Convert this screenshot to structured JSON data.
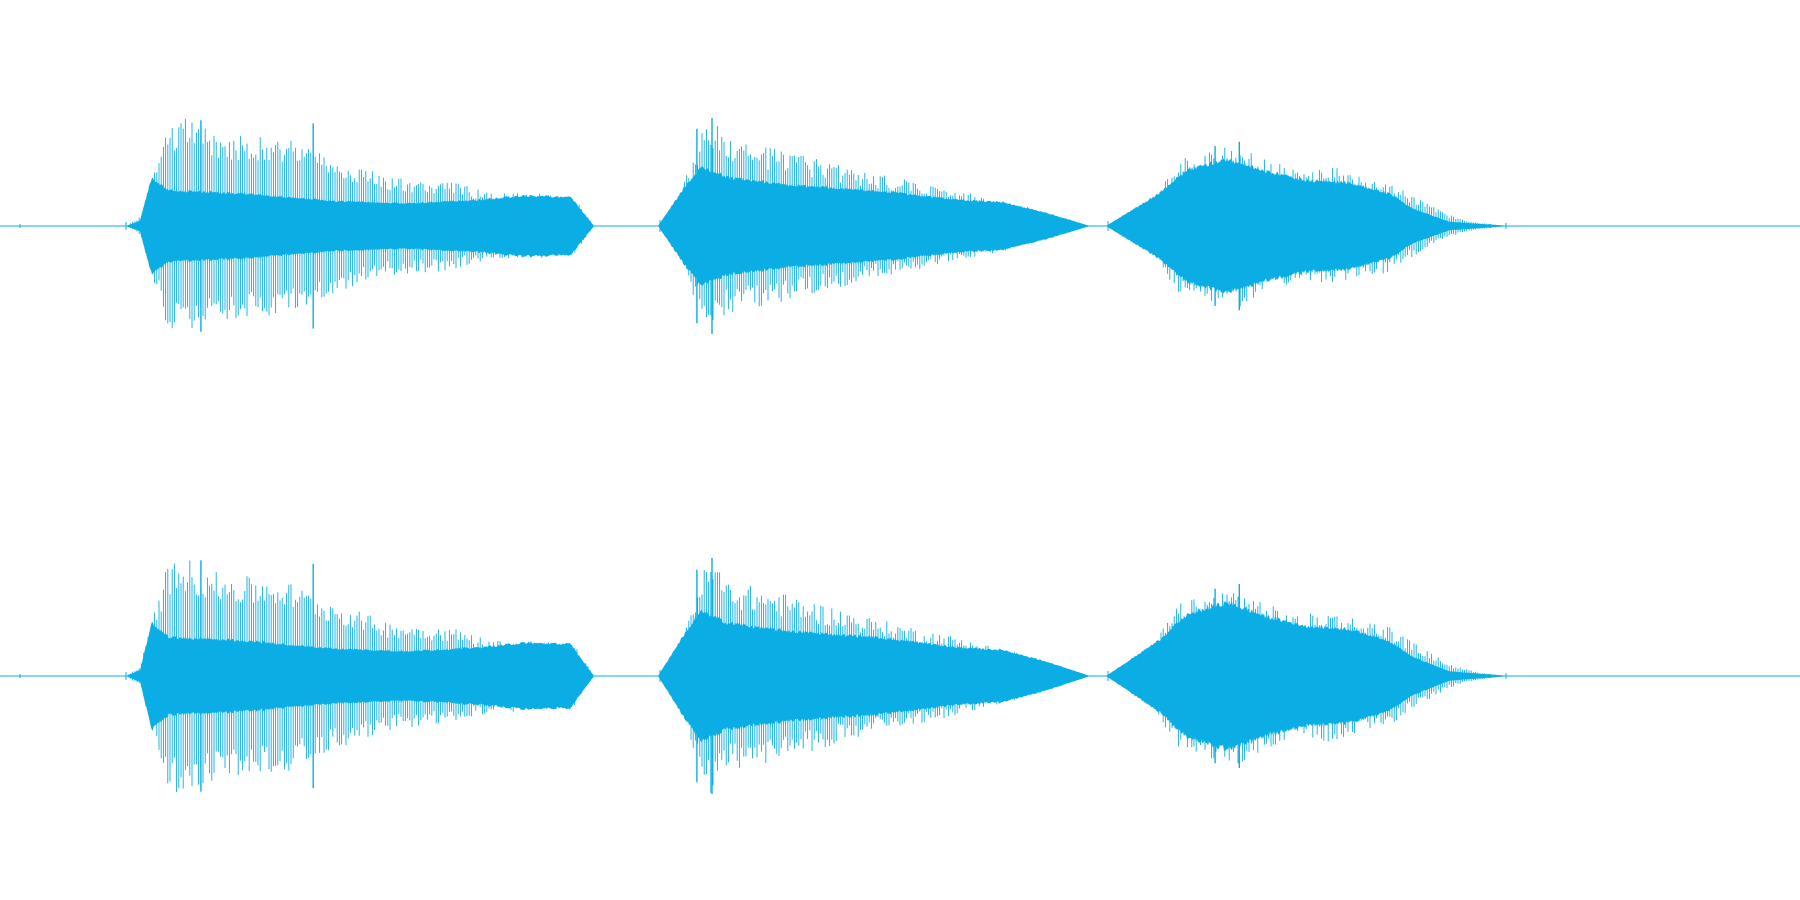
{
  "colors": {
    "background": "#ffffff",
    "waveform": "#0aaee4"
  },
  "waveform": {
    "channels": [
      {
        "name": ""
      },
      {
        "name": ""
      }
    ],
    "segments": [
      {
        "envelope": [
          [
            0.0,
            0.0
          ],
          [
            0.03,
            0.08
          ],
          [
            0.055,
            0.45
          ],
          [
            0.085,
            0.9
          ],
          [
            0.12,
            1.0
          ],
          [
            0.2,
            0.85
          ],
          [
            0.34,
            0.8
          ],
          [
            0.42,
            0.65
          ],
          [
            0.56,
            0.45
          ],
          [
            0.7,
            0.4
          ],
          [
            0.78,
            0.3
          ],
          [
            0.88,
            0.3
          ],
          [
            0.96,
            0.25
          ],
          [
            1.0,
            0.0
          ]
        ],
        "core": [
          [
            0.0,
            0.0
          ],
          [
            0.03,
            0.05
          ],
          [
            0.055,
            0.45
          ],
          [
            0.09,
            0.33
          ],
          [
            0.25,
            0.3
          ],
          [
            0.45,
            0.23
          ],
          [
            0.6,
            0.21
          ],
          [
            0.75,
            0.24
          ],
          [
            0.85,
            0.28
          ],
          [
            0.95,
            0.27
          ],
          [
            1.0,
            0.0
          ]
        ],
        "spikes": [
          [
            0.4,
            0.95
          ],
          [
            0.16,
            0.98
          ]
        ]
      },
      {
        "envelope": [
          [
            0.0,
            0.0
          ],
          [
            0.03,
            0.1
          ],
          [
            0.045,
            0.0
          ],
          [
            0.06,
            0.4
          ],
          [
            0.1,
            0.85
          ],
          [
            0.125,
            1.0
          ],
          [
            0.16,
            0.8
          ],
          [
            0.3,
            0.68
          ],
          [
            0.5,
            0.48
          ],
          [
            0.7,
            0.32
          ],
          [
            0.85,
            0.18
          ],
          [
            1.0,
            0.0
          ]
        ],
        "core": [
          [
            0.0,
            0.0
          ],
          [
            0.06,
            0.35
          ],
          [
            0.1,
            0.55
          ],
          [
            0.16,
            0.45
          ],
          [
            0.3,
            0.38
          ],
          [
            0.5,
            0.33
          ],
          [
            0.7,
            0.24
          ],
          [
            0.8,
            0.22
          ],
          [
            0.9,
            0.12
          ],
          [
            1.0,
            0.0
          ]
        ],
        "spikes": [
          [
            0.125,
            1.0
          ],
          [
            0.09,
            0.9
          ]
        ]
      },
      {
        "envelope": [
          [
            0.0,
            0.0
          ],
          [
            0.06,
            0.12
          ],
          [
            0.1,
            0.0
          ],
          [
            0.13,
            0.35
          ],
          [
            0.18,
            0.6
          ],
          [
            0.27,
            0.7
          ],
          [
            0.33,
            0.74
          ],
          [
            0.4,
            0.6
          ],
          [
            0.48,
            0.5
          ],
          [
            0.55,
            0.55
          ],
          [
            0.62,
            0.48
          ],
          [
            0.7,
            0.42
          ],
          [
            0.76,
            0.28
          ],
          [
            0.85,
            0.1
          ],
          [
            0.92,
            0.03
          ],
          [
            1.0,
            0.0
          ]
        ],
        "core": [
          [
            0.0,
            0.0
          ],
          [
            0.13,
            0.3
          ],
          [
            0.2,
            0.52
          ],
          [
            0.3,
            0.62
          ],
          [
            0.4,
            0.5
          ],
          [
            0.5,
            0.42
          ],
          [
            0.6,
            0.4
          ],
          [
            0.7,
            0.3
          ],
          [
            0.76,
            0.16
          ],
          [
            0.85,
            0.04
          ],
          [
            1.0,
            0.0
          ]
        ],
        "spikes": [
          [
            0.27,
            0.74
          ],
          [
            0.33,
            0.78
          ]
        ]
      }
    ]
  }
}
